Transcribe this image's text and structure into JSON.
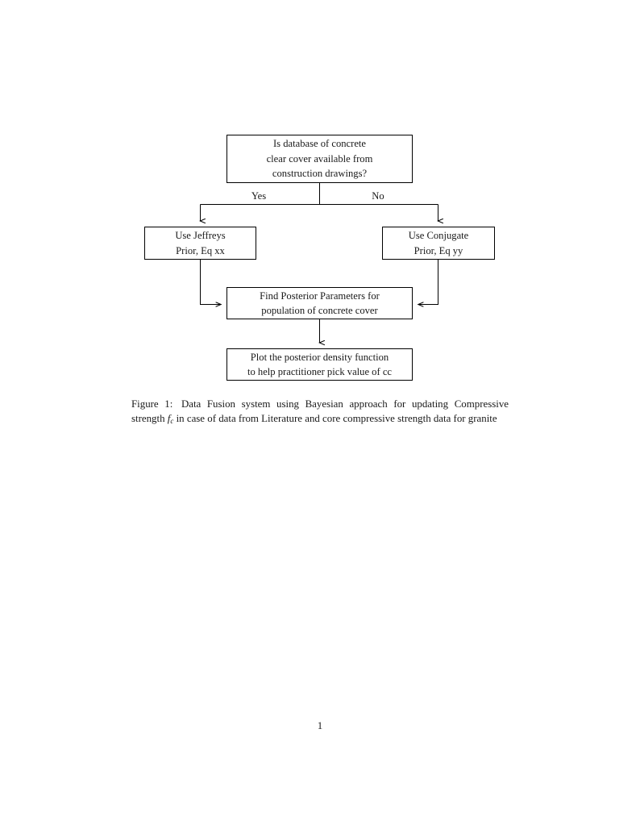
{
  "document": {
    "page_number": "1"
  },
  "figure": {
    "nodes": {
      "question": {
        "line1": "Is database of concrete",
        "line2": "clear cover available from",
        "line3": "construction drawings?"
      },
      "jeffreys": {
        "line1": "Use Jeffreys",
        "line2": "Prior, Eq xx"
      },
      "conjugate": {
        "line1": "Use Conjugate",
        "line2": "Prior, Eq yy"
      },
      "posterior": {
        "line1": "Find Posterior Parameters for",
        "line2": "population of concrete cover"
      },
      "plot": {
        "line1": "Plot the posterior density function",
        "line2": "to help practitioner pick value of cc"
      }
    },
    "edge_labels": {
      "yes": "Yes",
      "no": "No"
    },
    "colors": {
      "stroke": "#000000",
      "text": "#1a1a1a",
      "background": "#ffffff"
    }
  },
  "caption": {
    "label": "Figure 1:",
    "text_before_math": "Data Fusion system using Bayesian approach for updating Compressive strength",
    "math_symbol": "f",
    "math_subscript": "c",
    "text_after_math": "in case of data from Literature and core compressive strength data for granite"
  }
}
